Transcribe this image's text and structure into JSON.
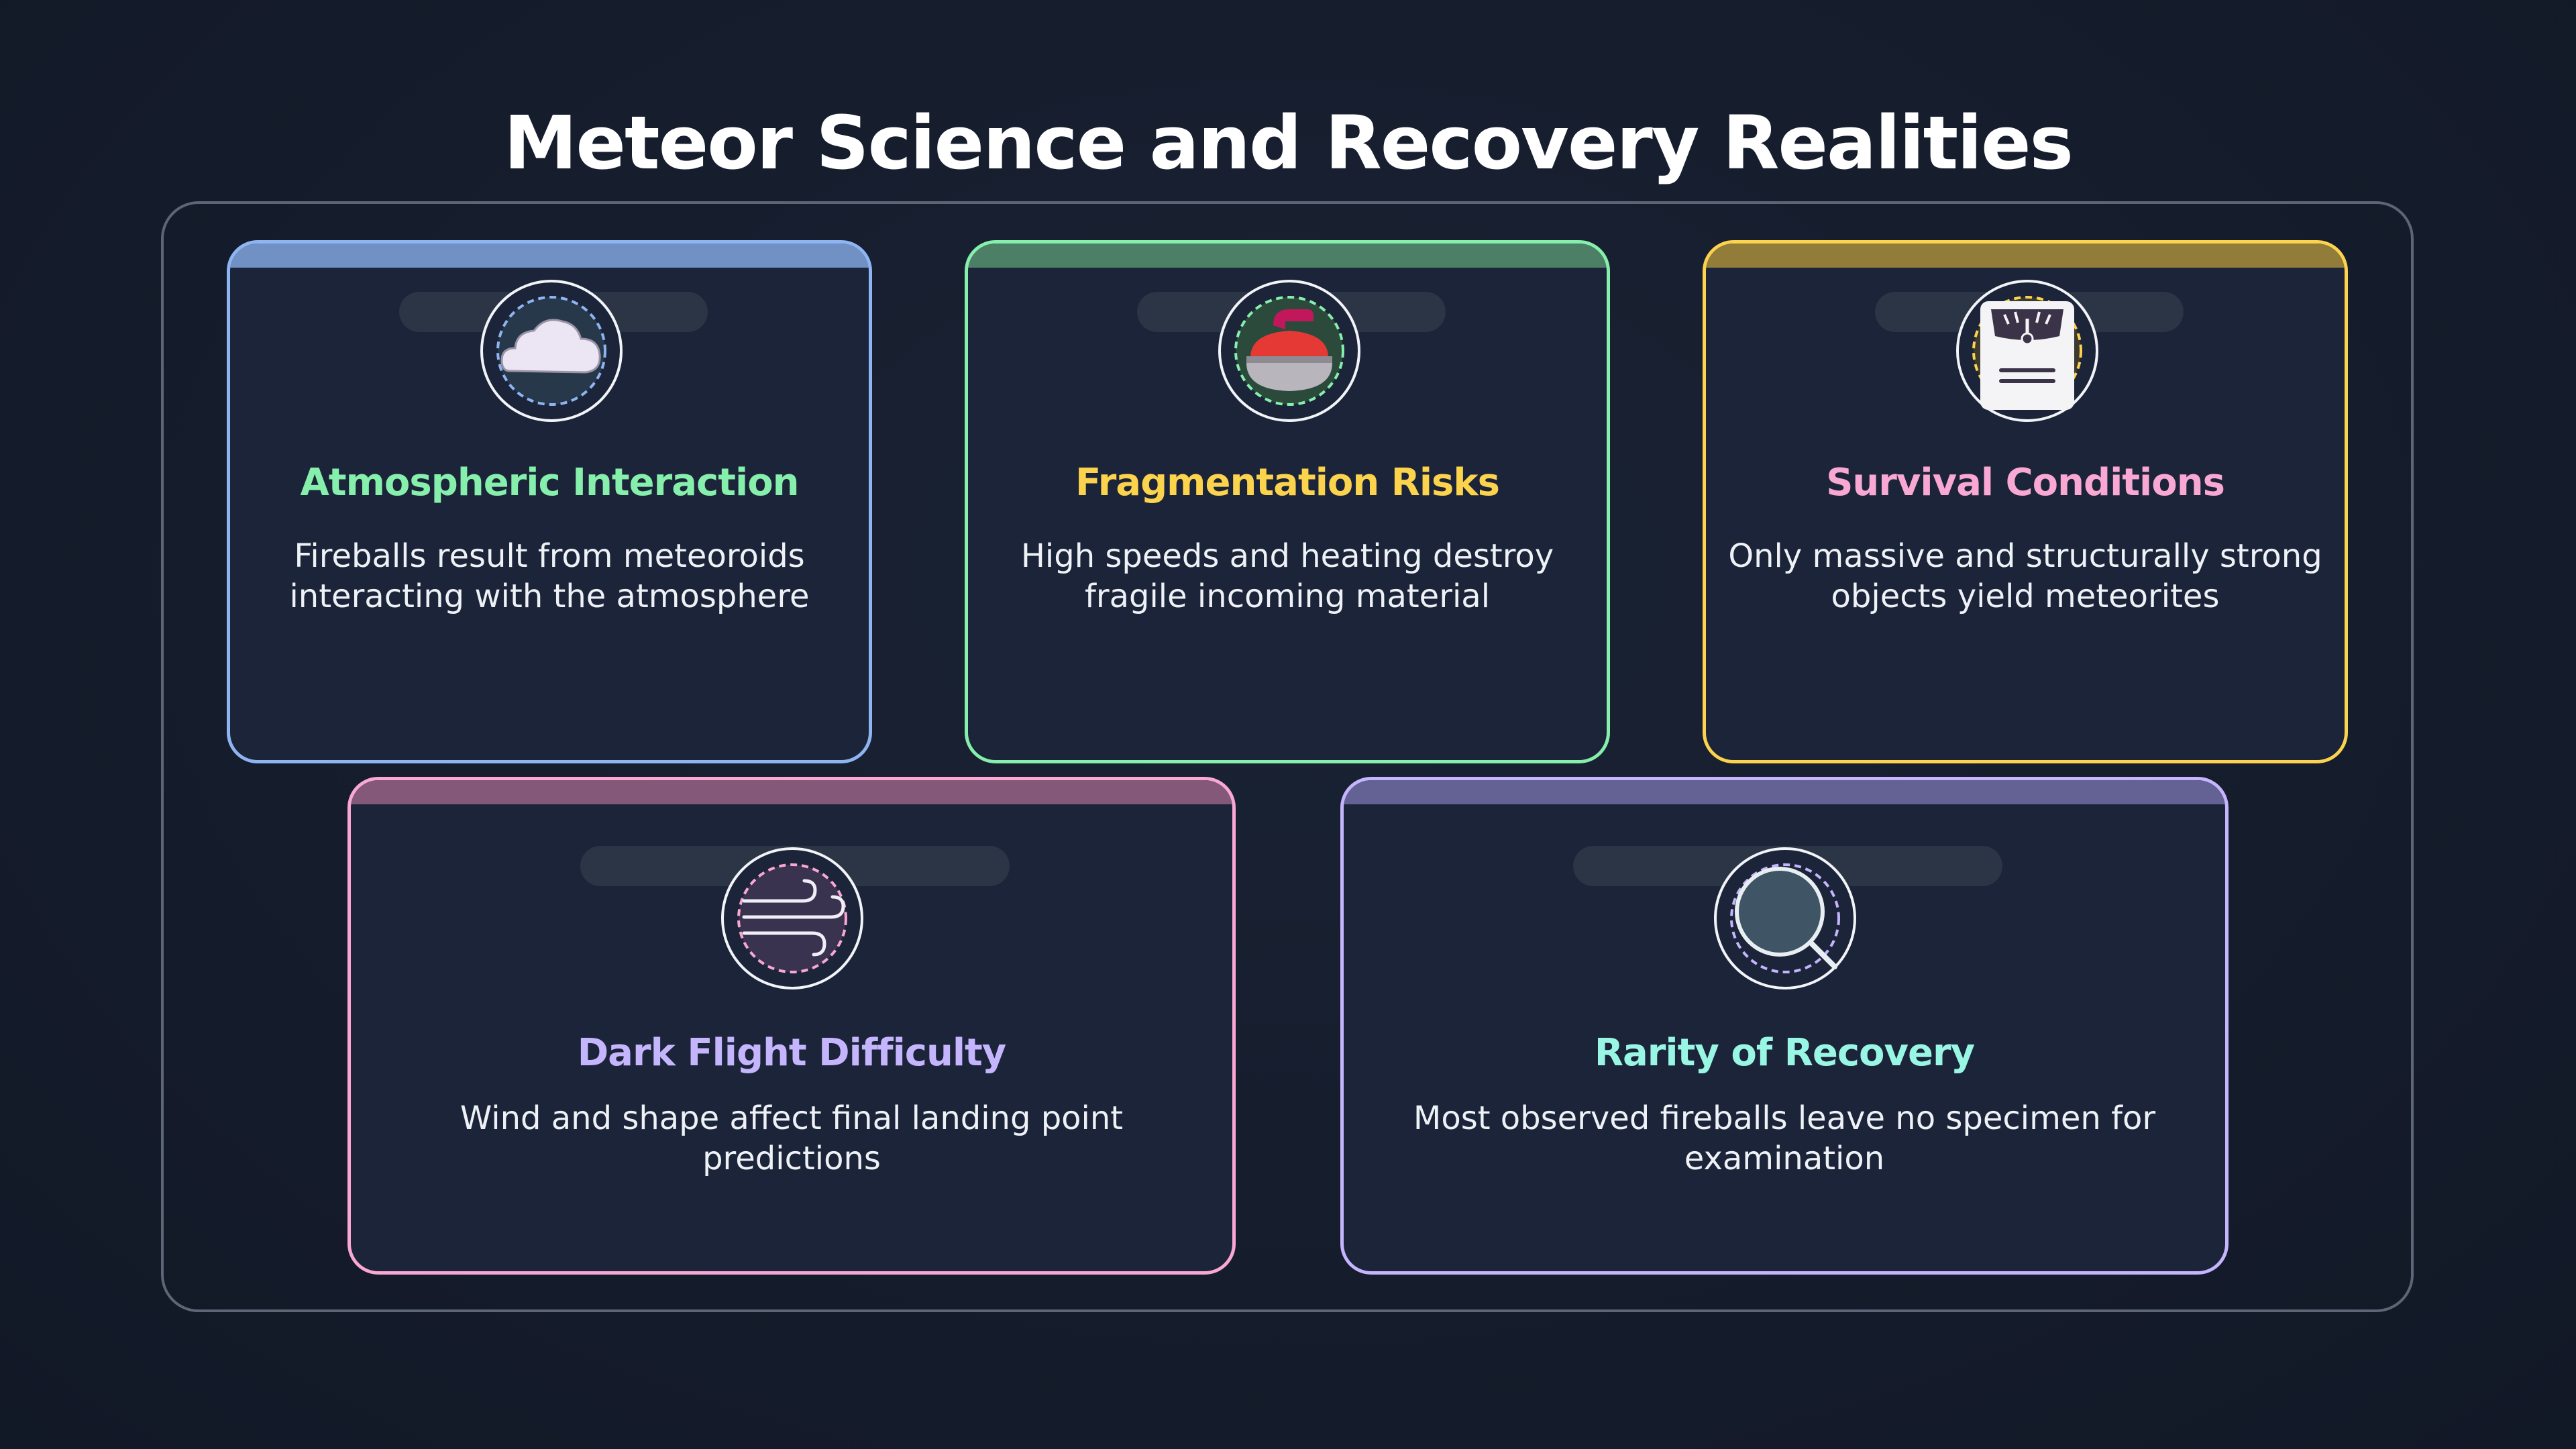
{
  "title": "Meteor Science and Recovery Realities",
  "cards": [
    {
      "title": "Atmospheric Interaction",
      "description": "Fireballs result from meteoroids interacting with the atmosphere",
      "icon": "cloud-icon",
      "border_color": "#8fb4f2",
      "title_color": "#86efac"
    },
    {
      "title": "Fragmentation Risks",
      "description": "High speeds and heating destroy fragile incoming material",
      "icon": "curling-stone-icon",
      "border_color": "#86efac",
      "title_color": "#fcd34d"
    },
    {
      "title": "Survival Conditions",
      "description": "Only massive and structurally strong objects yield meteorites",
      "icon": "weighing-scale-icon",
      "border_color": "#fcd34d",
      "title_color": "#f9a8d4"
    },
    {
      "title": "Dark Flight Difficulty",
      "description": "Wind and shape affect final landing point predictions",
      "icon": "wind-icon",
      "border_color": "#f9a8d4",
      "title_color": "#c4b5fd"
    },
    {
      "title": "Rarity of Recovery",
      "description": "Most observed fireballs leave no specimen for examination",
      "icon": "magnifying-glass-icon",
      "border_color": "#c4b5fd",
      "title_color": "#99f6e4"
    }
  ]
}
